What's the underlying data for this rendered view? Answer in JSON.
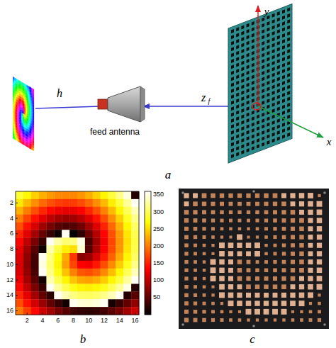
{
  "diagram": {
    "labels": [
      "y",
      "x",
      "h",
      "feed antenna",
      "z",
      "f",
      "a",
      "2",
      "4",
      "6",
      "8",
      "10",
      "12",
      "14",
      "16",
      "2",
      "4",
      "6",
      "8",
      "10",
      "12",
      "14",
      "16",
      "350",
      "300",
      "250",
      "200",
      "150",
      "100",
      "50",
      "b",
      "c"
    ]
  }
}
